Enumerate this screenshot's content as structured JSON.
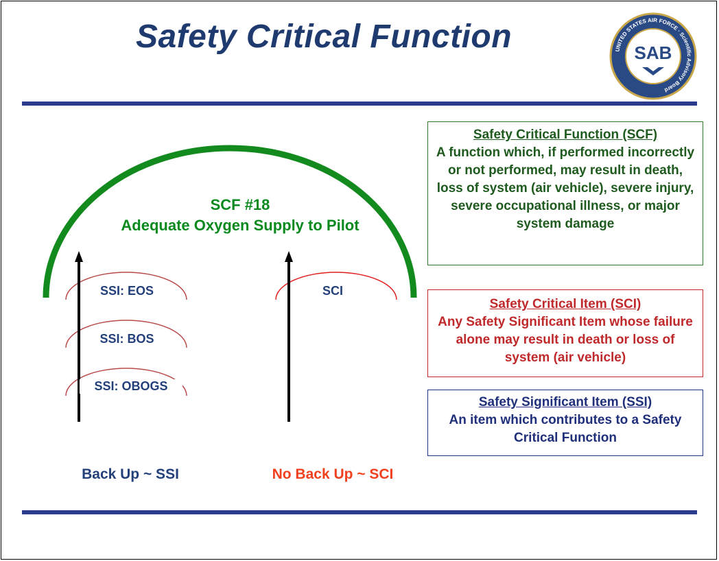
{
  "header": {
    "title": "Safety Critical Function",
    "seal_text": "SAB",
    "seal_ring_text": "UNITED STATES AIR FORCE · Scientific Advisory Board"
  },
  "diagram": {
    "scf_id": "SCF #18",
    "scf_name": "Adequate Oxygen Supply to Pilot",
    "ssi_items": [
      "SSI: EOS",
      "SSI: BOS",
      "SSI: OBOGS"
    ],
    "sci_item": "SCI",
    "left_caption": "Back Up ~ SSI",
    "right_caption": "No Back Up ~ SCI"
  },
  "definitions": {
    "scf": {
      "heading": "Safety Critical Function (SCF)",
      "body": "A function which, if performed incorrectly or not performed, may result in death, loss of system (air vehicle), severe injury, severe occupational illness, or major system damage"
    },
    "sci": {
      "heading": "Safety Critical Item (SCI)",
      "body": "Any Safety Significant Item whose failure alone may result in death or loss of system (air vehicle)"
    },
    "ssi": {
      "heading": "Safety Significant Item (SSI)",
      "body": "An item which contributes to a Safety Critical Function"
    }
  },
  "colors": {
    "title": "#1f3a6e",
    "rule": "#2b3a8c",
    "scf_green": "#138a1e",
    "ssi_arc_red": "#b84a4a",
    "sci_arc_red": "#e02020",
    "sci_caption": "#f0401e"
  }
}
